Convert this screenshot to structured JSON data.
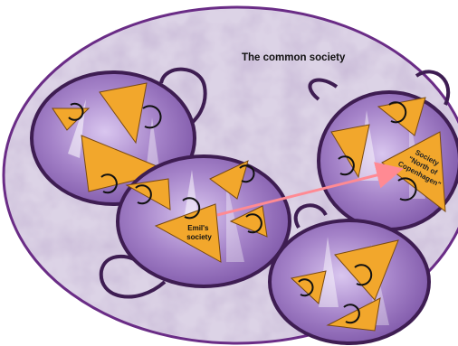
{
  "diagram": {
    "title": "The common society",
    "societies": [
      {
        "id": "top-left"
      },
      {
        "id": "emil",
        "label_lines": [
          "Emil's",
          "society"
        ]
      },
      {
        "id": "north",
        "label_lines": [
          "Society",
          "\"North of",
          "Copenhagen\""
        ]
      },
      {
        "id": "bottom-right"
      }
    ],
    "arrow": {
      "from": "emil",
      "to": "north"
    },
    "colors": {
      "outer_fill": "#dcd3e6",
      "outer_stroke": "#6a2c86",
      "circle_fill": "#a583c9",
      "circle_stroke": "#3e1d52",
      "triangle_fill": "#f2a72c",
      "loop_stroke": "#111111",
      "arrow": "#ff8a93"
    }
  }
}
